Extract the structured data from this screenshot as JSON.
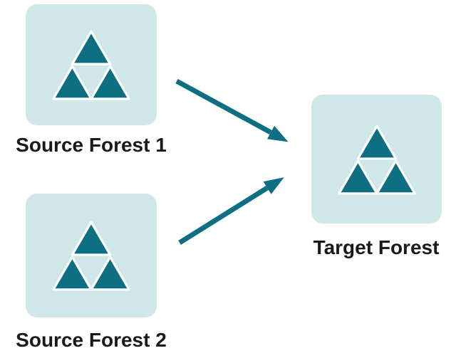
{
  "diagram": {
    "title": "",
    "nodes": [
      {
        "id": "source-forest-1",
        "label": "Source Forest 1",
        "icon": "forest-icon"
      },
      {
        "id": "source-forest-2",
        "label": "Source Forest 2",
        "icon": "forest-icon"
      },
      {
        "id": "target-forest",
        "label": "Target Forest",
        "icon": "forest-icon"
      }
    ],
    "edges": [
      {
        "from": "source-forest-1",
        "to": "target-forest"
      },
      {
        "from": "source-forest-2",
        "to": "target-forest"
      }
    ],
    "colors": {
      "box_fill": "#cfe7e9",
      "triangle_fill": "#0e6f82",
      "arrow": "#0e6f82",
      "label_text": "#1a1a1a"
    }
  }
}
